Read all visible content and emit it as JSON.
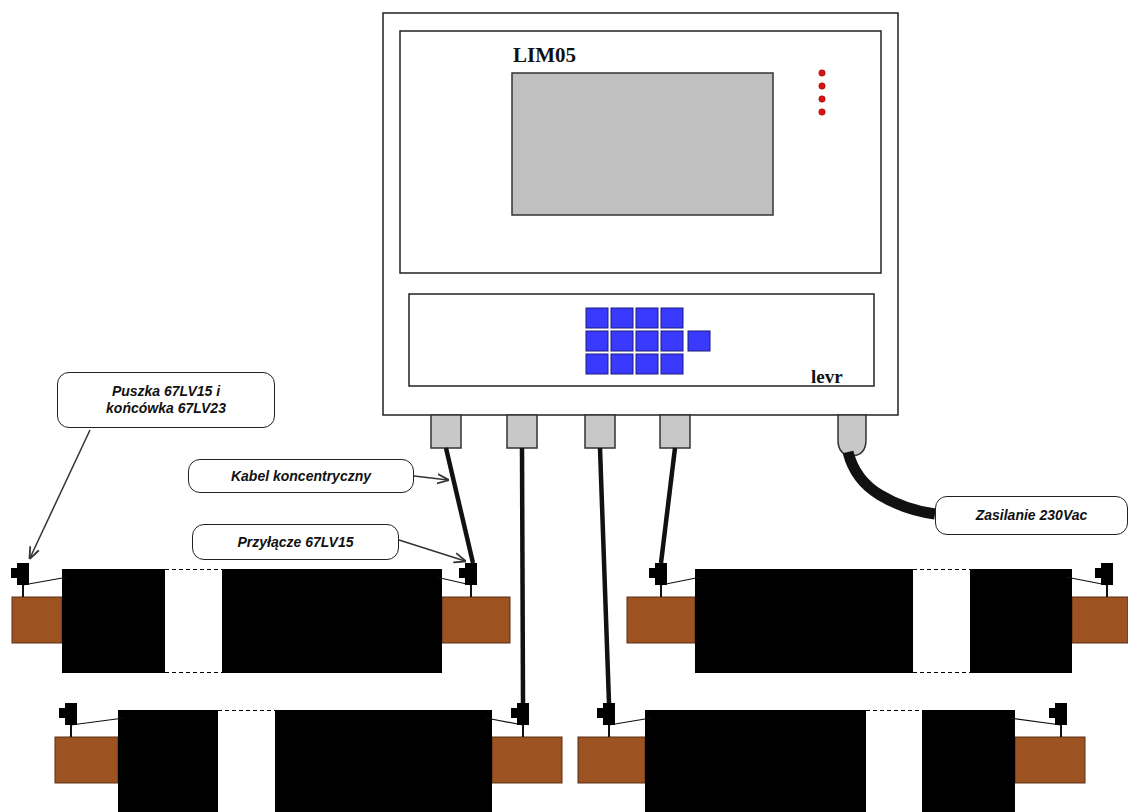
{
  "diagram": {
    "nodes": [
      {
        "text": [
          "LIM05",
          "levr"
        ]
      },
      {
        "text": [
          "Puszka 67LV15 i końcówka 67LV23"
        ]
      },
      {
        "text": [
          "Kabel koncentryczny"
        ]
      },
      {
        "text": [
          "Przyłącze 67LV15"
        ]
      },
      {
        "text": [
          "Zasilanie 230Vac"
        ]
      }
    ]
  }
}
